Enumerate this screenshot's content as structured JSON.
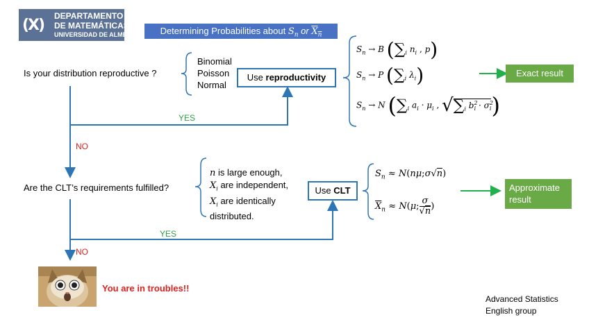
{
  "logo": {
    "mark": "(X)",
    "line1": "DEPARTAMENTO",
    "line2": "DE MATEMÁTICAS",
    "line3": "UNIVERSIDAD DE ALMERÍA"
  },
  "title": {
    "prefix": "Determining Probabilities about",
    "sym1": "S",
    "sym1_sub": "n",
    "connector": "or",
    "sym2": "X",
    "sym2_sub": "n"
  },
  "question1": "Is your distribution reproductive ?",
  "distributions": [
    "Binomial",
    "Poisson",
    "Normal"
  ],
  "reproductivity_box": {
    "prefix": "Use ",
    "bold": "reproductivity"
  },
  "formulas1": {
    "binomial": {
      "lhs": "S",
      "sub": "n",
      "dist": "B",
      "body": "n",
      "body_sub": "i",
      "param": "p",
      "sum_index": "i"
    },
    "poisson": {
      "lhs": "S",
      "sub": "n",
      "dist": "P",
      "body": "λ",
      "body_sub": "i",
      "sum_index": "i"
    },
    "normal": {
      "lhs": "S",
      "sub": "n",
      "dist": "N",
      "mean_a": "a",
      "mean_a_sub": "i",
      "mean_mu": "μ",
      "mean_mu_sub": "i",
      "var_b": "b",
      "var_b_sub": "i",
      "var_b_sup": "2",
      "var_s": "σ",
      "var_s_sub": "i",
      "var_s_sup": "2",
      "sum_index": "i"
    }
  },
  "exact_result": "Exact result",
  "yes1": "YES",
  "no1": "NO",
  "question2": "Are the CLT’s requirements fulfilled?",
  "clt_conditions": [
    {
      "sym": "n",
      "sub": "",
      "text": " is large enough,"
    },
    {
      "sym": "X",
      "sub": "i",
      "text": " are independent,"
    },
    {
      "sym": "X",
      "sub": "i",
      "text": " are identically"
    },
    {
      "sym": "",
      "sub": "",
      "text": "distributed."
    }
  ],
  "clt_box": {
    "prefix": "Use ",
    "bold": "CLT"
  },
  "formulas2": {
    "sum": {
      "lhs": "S",
      "sub": "n",
      "approx": "≈",
      "dist": "N",
      "mean": "nμ",
      "sd_prefix": "σ",
      "sd_root": "n"
    },
    "mean": {
      "lhs": "X",
      "sub": "n",
      "approx": "≈",
      "dist": "N",
      "mean": "μ",
      "num": "σ",
      "den_root": "n"
    }
  },
  "approx_result": [
    "Approximate",
    "result"
  ],
  "yes2": "YES",
  "no2": "NO",
  "trouble": "You are in troubles!!",
  "footer": [
    "Advanced Statistics",
    "English group"
  ],
  "colors": {
    "flow_blue": "#2e75b6",
    "title_blue": "#4a72c4",
    "logo_blue": "#5b7296",
    "result_green": "#6aaa46",
    "arrow_green": "#21b04b",
    "yes_green": "#2ea043",
    "no_red": "#e02020"
  },
  "icons": {
    "cat_photo": "surprised-cat-image"
  }
}
